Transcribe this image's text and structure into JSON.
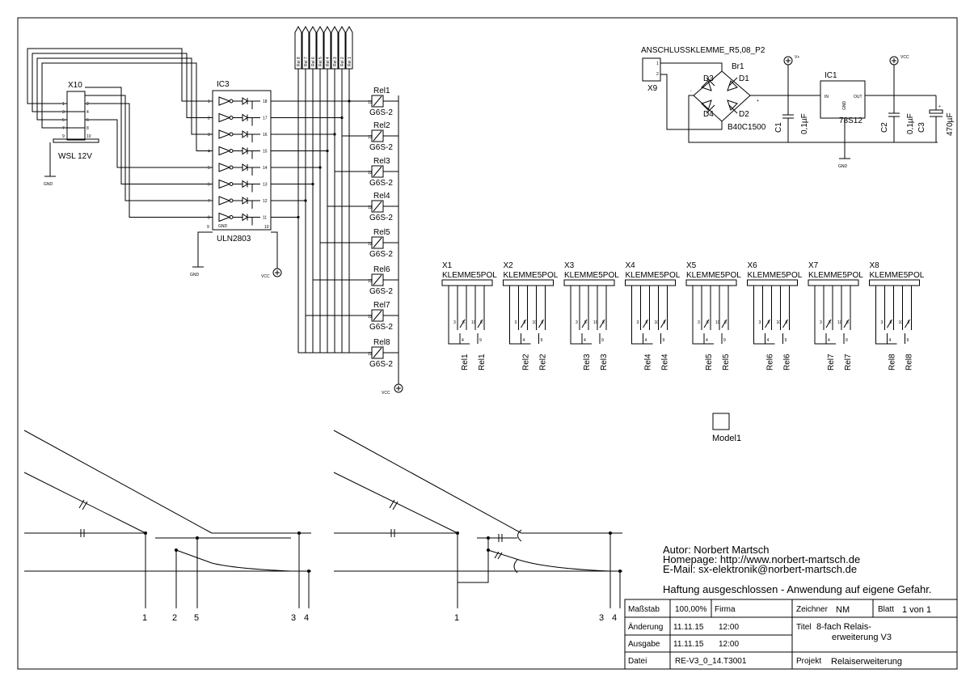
{
  "ic_power": {
    "connector_name": "ANSCHLUSSKLEMME_R5,08_P2",
    "connector_ref": "X9",
    "bridge_ref": "Br1",
    "bridge_type": "B40C1500",
    "diodes": [
      "D3",
      "D1",
      "D4",
      "D2"
    ],
    "vplus": "V+",
    "vcc": "VCC",
    "c1_ref": "C1",
    "c1_val": "0,1µF",
    "regulator_ref": "IC1",
    "regulator_type": "78S12",
    "reg_in": "IN",
    "reg_out": "OUT",
    "reg_gnd": "GND",
    "c2_ref": "C2",
    "c2_val": "0,1µF",
    "c3_ref": "C3",
    "c3_val": "470µF",
    "gnd": "GND"
  },
  "driver": {
    "connector_ref": "X10",
    "connector_type": "WSL 12V",
    "ic_ref": "IC3",
    "ic_type": "ULN2803",
    "ic_gnd_pin": "GND",
    "gnd": "GND",
    "vcc": "VCC",
    "in_pins": [
      "1",
      "2",
      "3",
      "4",
      "5",
      "6",
      "7",
      "8"
    ],
    "out_pins": [
      "18",
      "17",
      "16",
      "15",
      "14",
      "13",
      "12",
      "11"
    ],
    "pin9": "9",
    "pin10": "10",
    "x10_pins": [
      "1",
      "2",
      "3",
      "4",
      "5",
      "6",
      "7",
      "8",
      "9",
      "10"
    ]
  },
  "header_pins": [
    "Rel 8",
    "Rel 7",
    "Rel 6",
    "Rel 5",
    "Rel 4",
    "Rel 3",
    "Rel 2",
    "Rel 1"
  ],
  "relays": [
    {
      "name": "Rel1",
      "type": "G6S-2"
    },
    {
      "name": "Rel2",
      "type": "G6S-2"
    },
    {
      "name": "Rel3",
      "type": "G6S-2"
    },
    {
      "name": "Rel4",
      "type": "G6S-2"
    },
    {
      "name": "Rel5",
      "type": "G6S-2"
    },
    {
      "name": "Rel6",
      "type": "G6S-2"
    },
    {
      "name": "Rel7",
      "type": "G6S-2"
    },
    {
      "name": "Rel8",
      "type": "G6S-2"
    }
  ],
  "relay_pin": "12",
  "relay_vcc": "VCC",
  "terminals": [
    {
      "ref": "X1",
      "type": "KLEMME5POL",
      "r1": "Rel1",
      "r2": "Rel1"
    },
    {
      "ref": "X2",
      "type": "KLEMME5POL",
      "r1": "Rel2",
      "r2": "Rel2"
    },
    {
      "ref": "X3",
      "type": "KLEMME5POL",
      "r1": "Rel3",
      "r2": "Rel3"
    },
    {
      "ref": "X4",
      "type": "KLEMME5POL",
      "r1": "Rel4",
      "r2": "Rel4"
    },
    {
      "ref": "X5",
      "type": "KLEMME5POL",
      "r1": "Rel5",
      "r2": "Rel5"
    },
    {
      "ref": "X6",
      "type": "KLEMME5POL",
      "r1": "Rel6",
      "r2": "Rel6"
    },
    {
      "ref": "X7",
      "type": "KLEMME5POL",
      "r1": "Rel7",
      "r2": "Rel7"
    },
    {
      "ref": "X8",
      "type": "KLEMME5POL",
      "r1": "Rel8",
      "r2": "Rel8"
    }
  ],
  "contact_pins": [
    "3",
    "5",
    "10",
    "8",
    "4",
    "9"
  ],
  "model": {
    "label": "Model1"
  },
  "track_left": {
    "n1": "1",
    "n2": "2",
    "n5": "5",
    "n3": "3",
    "n4": "4"
  },
  "track_right": {
    "n1": "1",
    "n3": "3",
    "n4": "4"
  },
  "author": {
    "line1": "Autor: Norbert Martsch",
    "line2": "Homepage: http://www.norbert-martsch.de",
    "line3": "E-Mail: sx-elektronik@norbert-martsch.de",
    "disclaimer": "Haftung ausgeschlossen - Anwendung auf eigene Gefahr."
  },
  "title_block": {
    "scale_label": "Maßstab",
    "scale_value": "100,00%",
    "firm_label": "Firma",
    "drawer_label": "Zeichner",
    "drawer_value": "NM",
    "sheet_label": "Blatt",
    "sheet_value": "1 von 1",
    "change_label": "Änderung",
    "change_date": "11.11.15",
    "change_time": "12:00",
    "title_label": "Titel",
    "title_line1": "8-fach Relais-",
    "title_line2": "erweiterung V3",
    "issue_label": "Ausgabe",
    "issue_date": "11.11.15",
    "issue_time": "12:00",
    "file_label": "Datei",
    "file_value": "RE-V3_0_14.T3001",
    "project_label": "Projekt",
    "project_value": "Relaiserweiterung"
  }
}
